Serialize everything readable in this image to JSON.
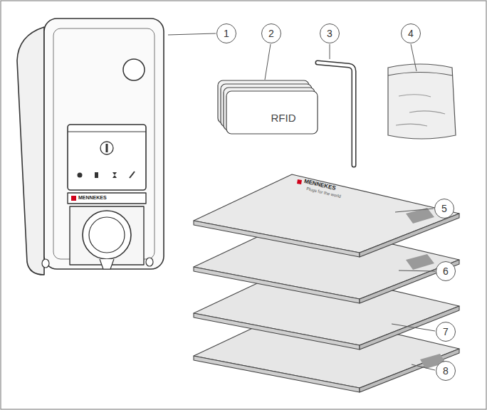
{
  "diagram": {
    "nodes": [
      {
        "text": [
          "1"
        ]
      },
      {
        "text": [
          "2"
        ]
      },
      {
        "text": [
          "3"
        ]
      },
      {
        "text": [
          "4"
        ]
      },
      {
        "text": [
          "5"
        ]
      },
      {
        "text": [
          "6"
        ]
      },
      {
        "text": [
          "7"
        ]
      },
      {
        "text": [
          "8"
        ]
      }
    ],
    "labels": [
      "RFID",
      "MENNEKES",
      "Plugs for the world",
      "MENNEKES"
    ]
  }
}
